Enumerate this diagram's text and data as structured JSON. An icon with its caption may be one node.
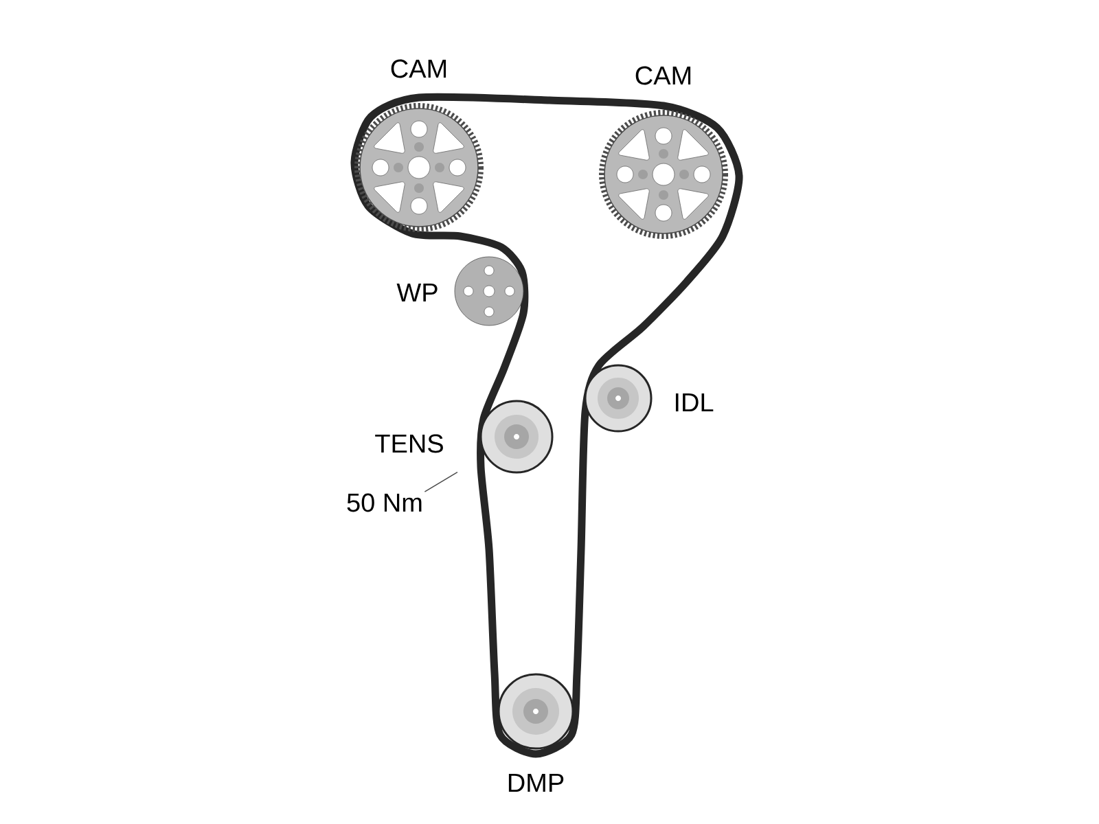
{
  "diagram": {
    "nodes": [
      {
        "text": [],
        "shape": "circle",
        "beside": [
          "CAM"
        ]
      },
      {
        "text": [],
        "shape": "circle",
        "beside": [
          "CAM"
        ]
      },
      {
        "text": [],
        "shape": "circle",
        "beside": [
          "WP"
        ]
      },
      {
        "text": [],
        "shape": "circle",
        "beside": [
          "TENS"
        ]
      },
      {
        "text": [],
        "shape": "circle",
        "beside": [
          "IDL"
        ]
      },
      {
        "text": [],
        "shape": "circle",
        "beside": [
          "DMP"
        ]
      },
      {
        "text": [
          "50 Nm"
        ]
      }
    ],
    "edges": [
      {
        "from": 6,
        "to": 3,
        "arrow": "none"
      }
    ]
  }
}
